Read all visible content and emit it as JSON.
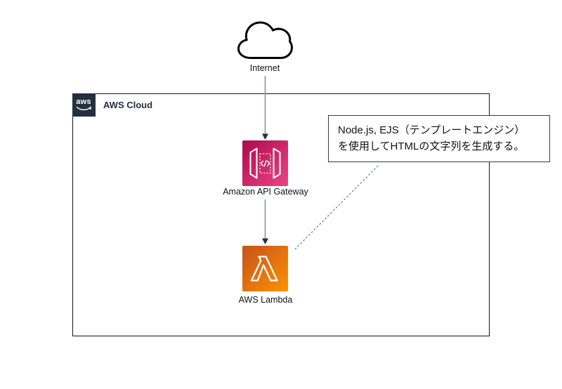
{
  "diagram": {
    "internet": {
      "label": "Internet"
    },
    "aws_group": {
      "label": "AWS Cloud",
      "logo_text": "aws"
    },
    "nodes": [
      {
        "id": "api-gateway",
        "label": "Amazon API Gateway"
      },
      {
        "id": "lambda",
        "label": "AWS Lambda"
      }
    ],
    "edges": [
      {
        "from": "internet",
        "to": "api-gateway",
        "style": "solid-arrow"
      },
      {
        "from": "api-gateway",
        "to": "lambda",
        "style": "solid-arrow"
      },
      {
        "from": "annotation",
        "to": "lambda",
        "style": "dashed"
      }
    ],
    "annotation": {
      "line1": "Node.js, EJS（テンプレートエンジン）",
      "line2": "を使用してHTMLの文字列を生成する。"
    },
    "colors": {
      "aws_dark": "#232F3E",
      "api_gateway_gradient_start": "#B0084D",
      "api_gateway_gradient_end": "#E94682",
      "lambda_gradient_start": "#C8511B",
      "lambda_gradient_end": "#FB9202",
      "connector_line": "#7C98A8",
      "arrowhead": "#232F3E",
      "dashed_connector": "#46788C",
      "box_border": "#141414"
    }
  }
}
